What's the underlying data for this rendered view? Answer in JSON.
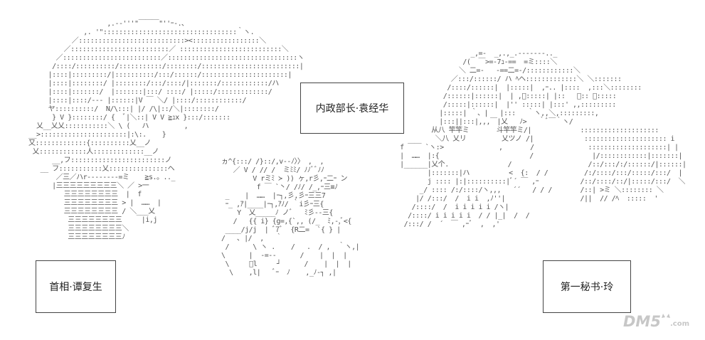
{
  "labels": {
    "minister": "内政部长·袁经华",
    "prime_minister": "首相·谭复生",
    "secretary": "第一秘书·玲"
  },
  "watermark": {
    "main": "DM5",
    "suffix": ".com"
  },
  "colors": {
    "background": "#ffffff",
    "line_art": "#555555",
    "watermark": "#c7c7c7"
  }
}
